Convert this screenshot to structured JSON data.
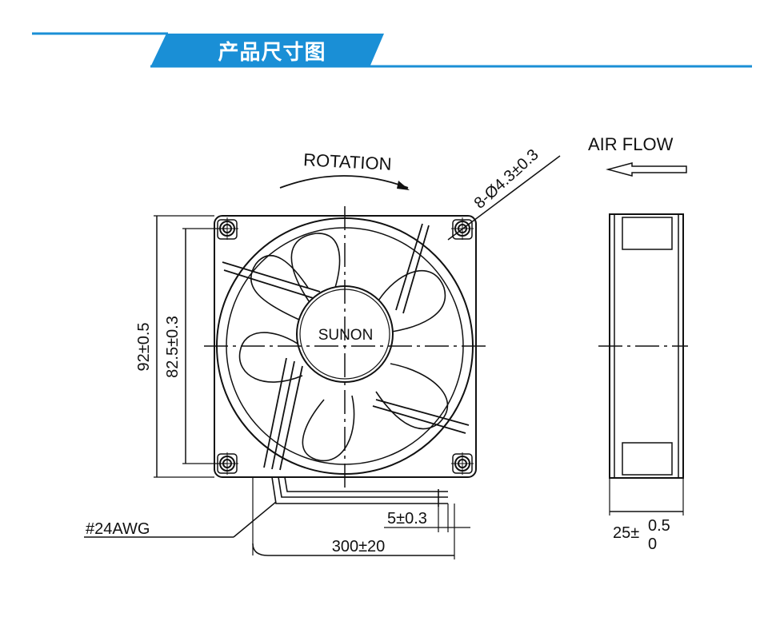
{
  "header": {
    "title": "产品尺寸图",
    "accent_color": "#1a8fd6"
  },
  "front_view": {
    "rotation_label": "ROTATION",
    "hole_spec": "8-Ø4.3±0.3",
    "brand_label": "SUNON",
    "outer_size": "92±0.5",
    "hole_pitch": "82.5±0.3",
    "wire_gauge": "#24AWG",
    "wire_strip": "5±0.3",
    "wire_length": "300±20"
  },
  "side_view": {
    "airflow_label": "AIR FLOW",
    "thickness_nominal": "25±",
    "thickness_upper": "0.5",
    "thickness_lower": "0"
  }
}
